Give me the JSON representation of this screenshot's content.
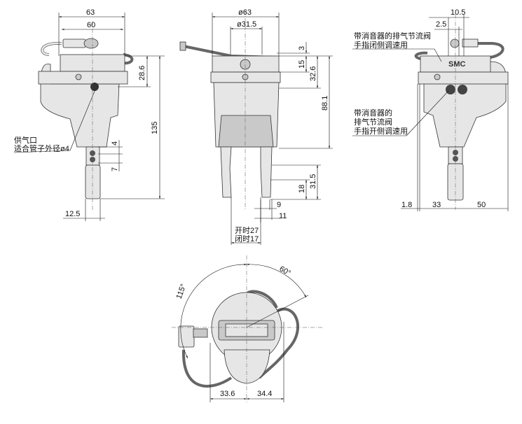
{
  "front_view": {
    "dims": {
      "width_outer": "63",
      "width_inner": "60",
      "height_top": "28.6",
      "height_total": "135",
      "pitch_a": "4",
      "pitch_b": "7",
      "finger_width": "12.5"
    },
    "callout": {
      "line1": "供气口",
      "line2": "适合管子外径ø4"
    }
  },
  "side_view": {
    "dims": {
      "diameter": "ø63",
      "diameter_inner": "ø31.5",
      "d3": "3",
      "d15": "15",
      "d32_6": "32.6",
      "d88_1": "88.1",
      "d31_5": "31.5",
      "d18": "18",
      "d9": "9",
      "d11": "11"
    },
    "stroke": {
      "open": "开时27",
      "closed": "闭时17"
    }
  },
  "rear_view": {
    "dims": {
      "d10_5": "10.5",
      "d2_5": "2.5",
      "d1_8": "1.8",
      "d33": "33",
      "d50": "50"
    },
    "callout_close": {
      "line1": "带消音器的排气节流阀",
      "line2": "手指闭侧调速用"
    },
    "callout_open": {
      "line1": "带消音器的",
      "line2": "排气节流阀",
      "line3": "手指开侧调速用"
    },
    "logo": "SMC"
  },
  "bottom_view": {
    "dims": {
      "angle_60": "60°",
      "angle_115": "115°",
      "d33_6": "33.6",
      "d34_4": "34.4"
    }
  }
}
